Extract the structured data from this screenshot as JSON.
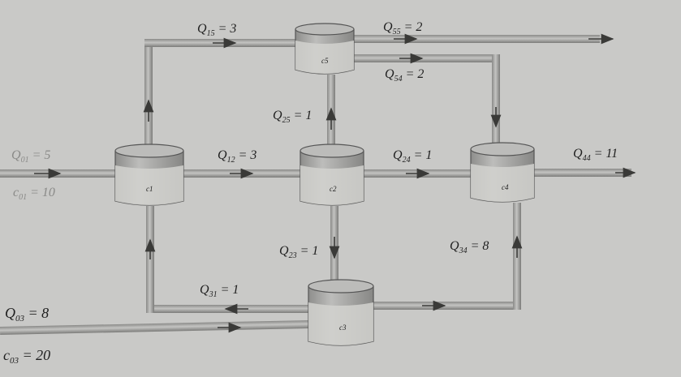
{
  "tanks": [
    {
      "id": "c1",
      "label": "c1"
    },
    {
      "id": "c2",
      "label": "c2"
    },
    {
      "id": "c3",
      "label": "c3"
    },
    {
      "id": "c4",
      "label": "c4"
    },
    {
      "id": "c5",
      "label": "c5"
    }
  ],
  "flows": {
    "Q01": {
      "symbol": "Q",
      "sub": "01",
      "value": "5"
    },
    "c01": {
      "symbol": "c",
      "sub": "01",
      "value": "10"
    },
    "Q03": {
      "symbol": "Q",
      "sub": "03",
      "value": "8"
    },
    "c03": {
      "symbol": "c",
      "sub": "03",
      "value": "20"
    },
    "Q15": {
      "symbol": "Q",
      "sub": "15",
      "value": "3"
    },
    "Q55": {
      "symbol": "Q",
      "sub": "55",
      "value": "2"
    },
    "Q54": {
      "symbol": "Q",
      "sub": "54",
      "value": "2"
    },
    "Q25": {
      "symbol": "Q",
      "sub": "25",
      "value": "1"
    },
    "Q12": {
      "symbol": "Q",
      "sub": "12",
      "value": "3"
    },
    "Q24": {
      "symbol": "Q",
      "sub": "24",
      "value": "1"
    },
    "Q44": {
      "symbol": "Q",
      "sub": "44",
      "value": "11"
    },
    "Q23": {
      "symbol": "Q",
      "sub": "23",
      "value": "1"
    },
    "Q34": {
      "symbol": "Q",
      "sub": "34",
      "value": "8"
    },
    "Q31": {
      "symbol": "Q",
      "sub": "31",
      "value": "1"
    }
  },
  "colors": {
    "background": "#c9c9c7",
    "pipe": "#a9a9a7",
    "pipe_edge": "#6e6e6c",
    "tank_water": "#d9d9d6",
    "tank_body": "#9d9d9b"
  }
}
